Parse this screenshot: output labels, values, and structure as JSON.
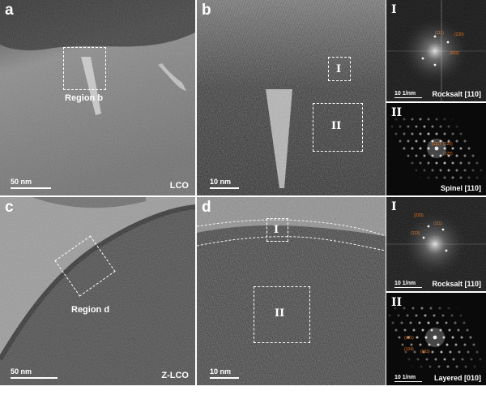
{
  "panels": {
    "a": {
      "label": "a",
      "sample": "LCO",
      "scale": "50 nm",
      "region_box_label": "Region b"
    },
    "b": {
      "label": "b",
      "scale": "10 nm",
      "box1": "I",
      "box2": "II"
    },
    "b_fft1": {
      "roman": "I",
      "scale": "10 1/nm",
      "zone": "Rocksalt [110]",
      "indices": [
        "(111)",
        "(220)",
        "(002)"
      ]
    },
    "b_fft2": {
      "roman": "II",
      "zone": "Spinel [110]",
      "indices": [
        "(111)",
        "(220)",
        "(222)"
      ]
    },
    "c": {
      "label": "c",
      "sample": "Z-LCO",
      "scale": "50 nm",
      "region_box_label": "Region d"
    },
    "d": {
      "label": "d",
      "scale": "10 nm",
      "box1": "I",
      "box2": "II"
    },
    "d_fft1": {
      "roman": "I",
      "scale": "10 1/nm",
      "zone": "Rocksalt [110]",
      "indices": [
        "(220)",
        "(111)",
        "(113)"
      ]
    },
    "d_fft2": {
      "roman": "II",
      "scale": "10 1/nm",
      "zone": "Layered [010]",
      "indices": [
        "(101)",
        "(104)",
        "(003)"
      ]
    }
  },
  "colors": {
    "annotation": "#ffffff",
    "fft_index": "#e87a2a"
  }
}
